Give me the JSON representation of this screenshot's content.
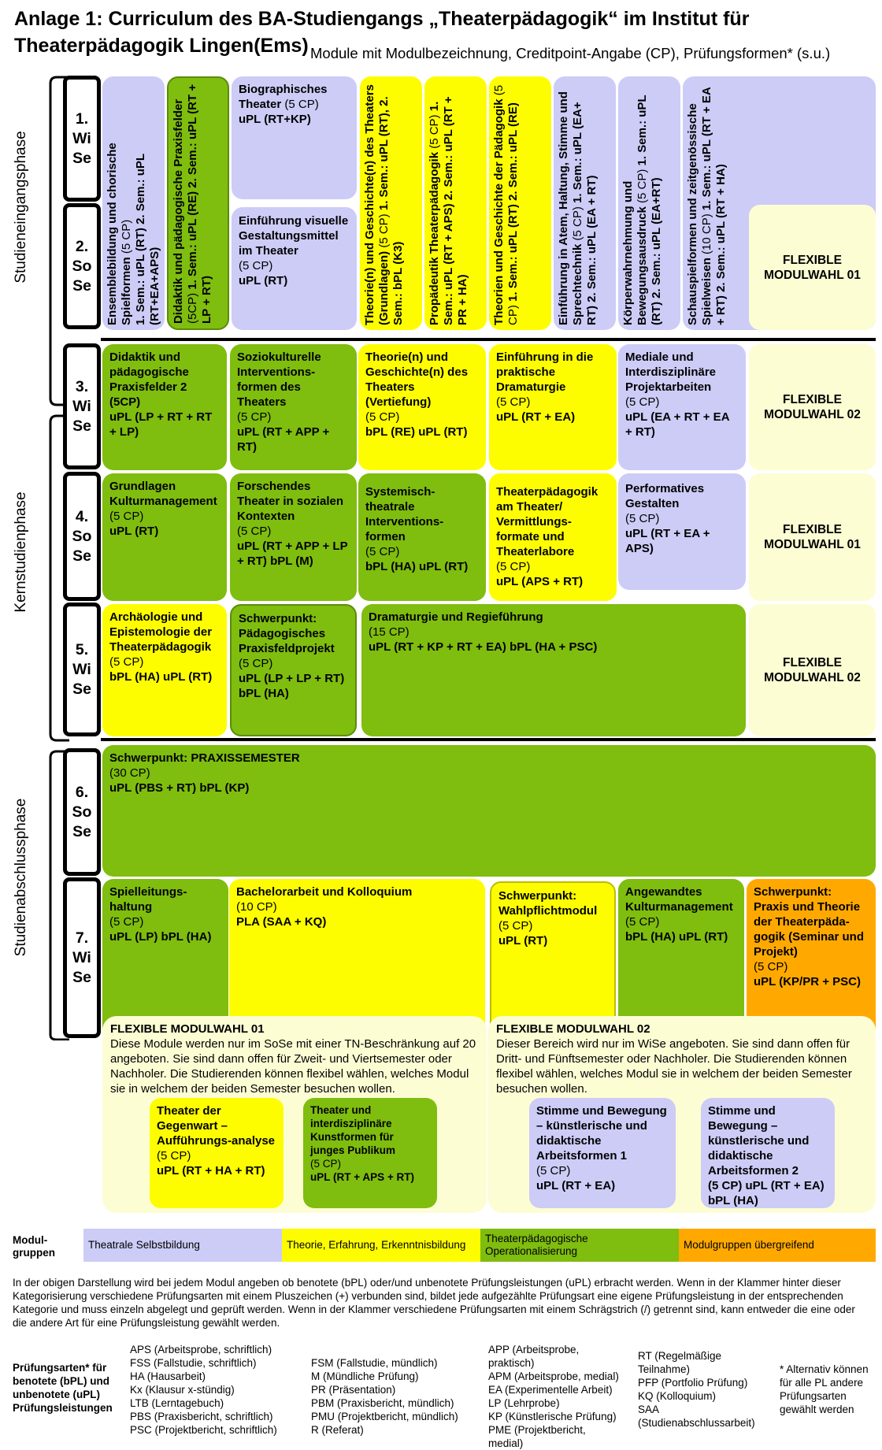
{
  "title_line1": "Anlage 1: Curriculum des BA-Studiengangs „Theaterpädagogik“ im Institut für",
  "title_line2": "Theaterpädagogik Lingen(Ems)",
  "subtitle": "Module mit Modulbezeichnung, Creditpoint-Angabe (CP), Prüfungsformen* (s.u.)",
  "phases": {
    "eingang": "Studieneingangsphase",
    "kern": "Kernstudienphase",
    "abschluss": "Studienabschlussphase"
  },
  "semesters": [
    "1.\nWi\nSe",
    "2.\nSo\nSe",
    "3.\nWi\nSe",
    "4.\nSo\nSe",
    "5.\nWi\nSe",
    "6.\nSo\nSe",
    "7.\nWi\nSe"
  ],
  "phase1": {
    "m1": {
      "name": "Ensemblebildung und chorische Spielformen",
      "cp": " (5 CP)",
      "exam": "1. Sem.: uPL (RT) 2. Sem.: uPL (RT+EA+APS)"
    },
    "m2": {
      "name": "Didaktik und pädagogische Praxisfelder",
      "cp": "(5CP)",
      "exam": "1. Sem.: uPL (RE) 2. Sem.: uPL (RT + LP + RT)"
    },
    "m3": {
      "name": "Biographisches Theater",
      "cp": " (5 CP)",
      "exam": "uPL (RT+KP)"
    },
    "m3b": {
      "name": "Einführung visuelle Gestaltungsmittel im Theater",
      "cp": "(5 CP)",
      "exam": "uPL (RT)"
    },
    "m4": {
      "name": "Theorie(n) und Geschichte(n) des Theaters (Grundlagen)",
      "cp": " (5 CP)",
      "exam": "1. Sem.: uPL (RT), 2. Sem.: bPL (K3)"
    },
    "m5": {
      "name": "Propädeutik Theaterpädagogik",
      "cp": " (5 CP)",
      "exam": "1. Sem.: uPL (RT + APS) 2. Sem.: uPL (RT + PR + HA)"
    },
    "m6": {
      "name": "Theorien und Geschichte der Pädagogik",
      "cp": "(5 CP)",
      "exam": "1. Sem.: uPL (RT) 2. Sem.: uPL (RE)"
    },
    "m7": {
      "name": "Einführung in Atem, Haltung, Stimme und Sprechtechnik",
      "cp": " (5 CP)",
      "exam": "1. Sem.: uPL (EA+ RT) 2. Sem.: uPL (EA + RT)"
    },
    "m8": {
      "name": "Körperwahrnehmung und Bewegungsausdruck",
      "cp": " (5 CP)",
      "exam": "1. Sem.: uPL (RT) 2. Sem.: uPL (EA+RT)"
    },
    "m9": {
      "name": "Schauspielformen und zeitgenössische Spielweisen",
      "cp": " (10 CP)",
      "exam": "1. Sem.: uPL (RT + EA + RT) 2. Sem.: uPL (RT + HA)"
    },
    "flex": "FLEXIBLE\nMODULWAHL 01"
  },
  "sem3": {
    "m1": {
      "name": "Didaktik und pädagogische Praxisfelder 2",
      "cp": "(5CP)",
      "exam": "uPL (LP + RT + RT + LP)"
    },
    "m2": {
      "name": "Soziokulturelle Interventions-formen des Theaters",
      "cp": "(5 CP)",
      "exam": "uPL (RT + APP + RT)"
    },
    "m3": {
      "name": "Theorie(n) und Geschichte(n) des Theaters (Vertiefung)",
      "cp": "(5 CP)",
      "exam": "bPL (RE) uPL (RT)"
    },
    "m4": {
      "name": "Einführung in die praktische Dramaturgie",
      "cp": "(5 CP)",
      "exam": "uPL (RT + EA)"
    },
    "m5": {
      "name": "Mediale und Interdisziplinäre Projektarbeiten",
      "cp": "(5 CP)",
      "exam": "uPL (EA + RT + EA + RT)"
    },
    "flex": "FLEXIBLE\nMODULWAHL 02"
  },
  "sem4": {
    "m1": {
      "name": "Grundlagen Kulturmanagement",
      "cp": "(5 CP)",
      "exam": "uPL (RT)"
    },
    "m2": {
      "name": "Forschendes Theater in sozialen Kontexten",
      "cp": "(5 CP)",
      "exam": "uPL (RT + APP + LP + RT) bPL (M)"
    },
    "m3": {
      "name": "Systemisch-theatrale Interventions-formen",
      "cp": "(5 CP)",
      "exam": "bPL (HA) uPL (RT)"
    },
    "m4": {
      "name": "Theaterpädagogik am Theater/ Vermittlungs-formate und Theaterlabore",
      "cp": "(5 CP)",
      "exam": "uPL (APS + RT)"
    },
    "m5": {
      "name": "Performatives Gestalten",
      "cp": "(5 CP)",
      "exam": "uPL (RT + EA + APS)"
    },
    "flex": "FLEXIBLE\nMODULWAHL 01"
  },
  "sem5": {
    "m1": {
      "name": "Archäologie und Epistemologie der Theaterpädagogik",
      "cp": "(5 CP)",
      "exam": "bPL (HA) uPL (RT)"
    },
    "m2": {
      "name": "Schwerpunkt: Pädagogisches Praxisfeldprojekt",
      "cp": "(5 CP)",
      "exam": "uPL (LP + LP + RT) bPL (HA)"
    },
    "m3": {
      "name": "Dramaturgie und Regieführung",
      "cp": "(15 CP)",
      "exam": "uPL (RT + KP + RT + EA) bPL (HA + PSC)"
    },
    "flex": "FLEXIBLE\nMODULWAHL 02"
  },
  "sem6": {
    "m1": {
      "name": "Schwerpunkt: PRAXISSEMESTER",
      "cp": "(30 CP)",
      "exam": "uPL (PBS + RT) bPL (KP)"
    }
  },
  "sem7": {
    "m1": {
      "name": "Spielleitungs-haltung",
      "cp": "(5 CP)",
      "exam": "uPL (LP) bPL (HA)"
    },
    "m2": {
      "name": "Bachelorarbeit und Kolloquium",
      "cp": "(10 CP)",
      "exam": "PLA (SAA + KQ)"
    },
    "m3": {
      "name": "Schwerpunkt: Wahlpflichtmodul",
      "cp": "(5 CP)",
      "exam": "uPL (RT)"
    },
    "m4": {
      "name": "Angewandtes Kulturmanagement",
      "cp": "(5 CP)",
      "exam": "bPL (HA) uPL (RT)"
    },
    "m5": {
      "name": "Schwerpunkt: Praxis und Theorie der Theaterpäda-gogik (Seminar und Projekt)",
      "cp": "(5 CP)",
      "exam": "uPL (KP/PR + PSC)"
    }
  },
  "flex01": {
    "title": "FLEXIBLE MODULWAHL 01",
    "text": "Diese Module werden nur im SoSe mit einer TN-Beschränkung auf 20 angeboten.  Sie sind dann offen für Zweit- und Viertsemester oder Nachholer. Die Studierenden können flexibel wählen, welches Modul sie in welchem der beiden Semester besuchen wollen.",
    "a": {
      "name": "Theater der Gegenwart – Aufführungs-analyse",
      "cp": " (5 CP)",
      "exam": "uPL (RT + HA + RT)"
    },
    "b": {
      "name": "Theater und interdisziplinäre Kunstformen für junges Publikum",
      "cp": "(5 CP)",
      "exam": "uPL (RT + APS + RT)"
    }
  },
  "flex02": {
    "title": "FLEXIBLE MODULWAHL 02",
    "text": "Dieser Bereich wird nur im WiSe angeboten. Sie sind dann offen für Dritt- und Fünftsemester oder Nachholer. Die Studierenden können flexibel wählen, welches Modul sie in welchem der beiden Semester besuchen wollen.",
    "a": {
      "name": "Stimme und Bewegung – künstlerische und didaktische Arbeitsformen 1",
      "cp": "(5 CP)",
      "exam": "uPL (RT + EA)"
    },
    "b": {
      "name": "Stimme und Bewegung – künstlerische und didaktische Arbeitsformen 2",
      "cp": "(5 CP) uPL (RT + EA) bPL (HA)",
      "exam": ""
    }
  },
  "legend": {
    "label": "Modul-\ngruppen",
    "items": [
      "Theatrale Selbstbildung",
      "Theorie, Erfahrung, Erkenntnisbildung",
      "Theaterpädagogische Operationalisierung",
      "Modulgruppen übergreifend"
    ],
    "colors": [
      "#ccccf7",
      "#fdfd00",
      "#7fbd0f",
      "#ffa900"
    ]
  },
  "note": "In der obigen Darstellung wird bei jedem Modul angeben ob benotete (bPL) oder/und unbenotete Prüfungsleistungen (uPL) erbracht werden. Wenn in der Klammer hinter dieser Kategorisierung verschiedene Prüfungsarten mit einem Pluszeichen (+) verbunden sind, bildet jede aufgezählte Prüfungsart eine eigene Prüfungsleistung in der entsprechenden Kategorie und muss einzeln abgelegt und geprüft werden. Wenn in der Klammer verschiedene Prüfungsarten mit einem Schrägstrich (/) getrennt sind, kann entweder die eine oder die andere Art für eine Prüfungsleistung gewählt werden.",
  "exam_types": {
    "label": "Prüfungsarten* für benotete (bPL) und unbenotete  (uPL) Prüfungsleistungen",
    "col1": [
      "APS (Arbeitsprobe, schriftlich)",
      "FSS (Fallstudie, schriftlich)",
      "HA (Hausarbeit)",
      "Kx (Klausur x-stündig)",
      "LTB (Lerntagebuch)",
      "PBS (Praxisbericht, schriftlich)",
      "PSC (Projektbericht, schriftlich)"
    ],
    "col2": [
      "FSM (Fallstudie, mündlich)",
      "M (Mündliche Prüfung)",
      "PR (Präsentation)",
      "PBM (Praxisbericht, mündlich)",
      "PMU (Projektbericht, mündlich)",
      "R (Referat)"
    ],
    "col3": [
      "APP (Arbeitsprobe, praktisch)",
      "APM (Arbeitsprobe, medial)",
      "EA (Experimentelle Arbeit)",
      "LP (Lehrprobe)",
      "KP (Künstlerische Prüfung)",
      "PME (Projektbericht, medial)"
    ],
    "col4": [
      "RT (Regelmäßige Teilnahme)",
      "PFP (Portfolio Prüfung)",
      "KQ (Kolloquium)",
      "SAA (Studienabschlussarbeit)"
    ],
    "footnote": "* Alternativ können für alle PL andere Prüfungsarten gewählt werden"
  }
}
